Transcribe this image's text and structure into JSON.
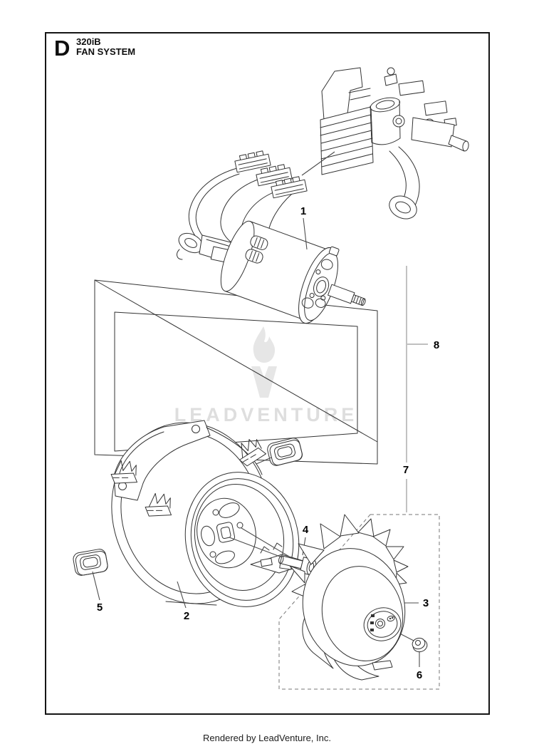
{
  "title": {
    "section_letter": "D",
    "model": "320iB",
    "system": "FAN SYSTEM"
  },
  "callouts": {
    "c1": "1",
    "c2": "2",
    "c3": "3",
    "c4": "4",
    "c5": "5",
    "c6": "6",
    "c7": "7",
    "c8": "8"
  },
  "watermark": {
    "brand": "LEADVENTURE"
  },
  "footer": {
    "credit": "Rendered by LeadVenture, Inc."
  },
  "colors": {
    "line": "#333333",
    "leader": "#4d4d4d",
    "group_leader": "#9a9a9a",
    "dashed_box": "#777777",
    "watermark": "#e2e2e2",
    "border": "#151515"
  }
}
